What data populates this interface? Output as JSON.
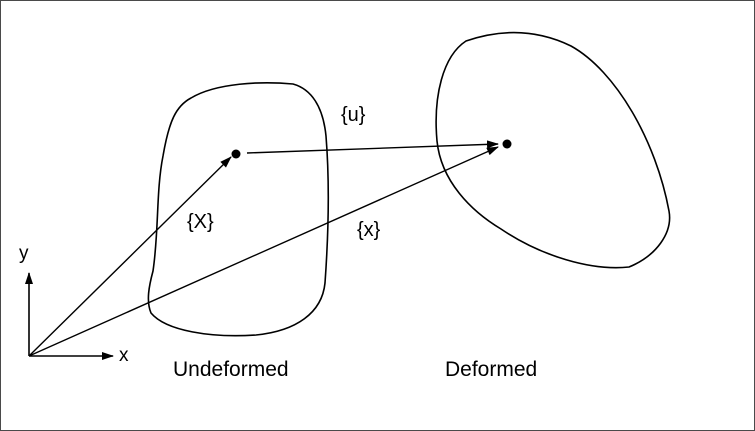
{
  "labels": {
    "undeformed": "Undeformed",
    "deformed": "Deformed",
    "displacement": "{u}",
    "original_position": "{X}",
    "current_position": "{x}",
    "axis_x": "x",
    "axis_y": "y"
  },
  "colors": {
    "stroke": "#000000",
    "border": "#4a4a4a",
    "background": "#ffffff"
  }
}
